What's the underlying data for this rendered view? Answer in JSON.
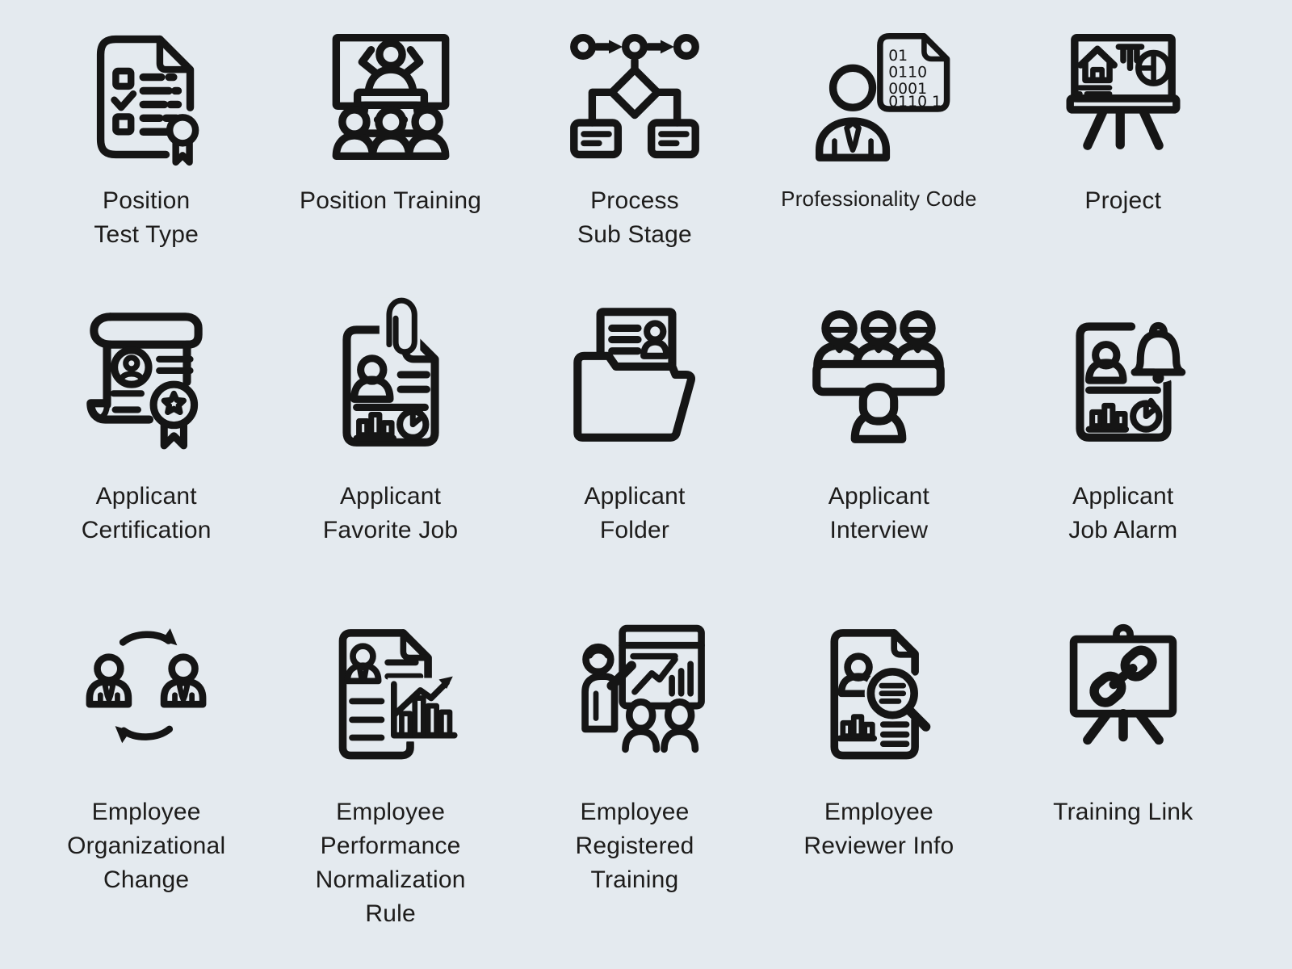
{
  "page": {
    "background_color": "#e4eaef",
    "icon_stroke_color": "#151515",
    "label_color": "#1d1c1b"
  },
  "grid": {
    "rows": 3,
    "columns": 5,
    "items": [
      {
        "icon": "position-test-type-icon",
        "label": "Position\nTest Type"
      },
      {
        "icon": "position-training-icon",
        "label": "Position Training"
      },
      {
        "icon": "process-sub-stage-icon",
        "label": "Process\nSub Stage"
      },
      {
        "icon": "professionality-code-icon",
        "label": "Professionality Code",
        "code_lines": [
          "01",
          "0110",
          "0001",
          "0110 1"
        ]
      },
      {
        "icon": "project-icon",
        "label": "Project"
      },
      {
        "icon": "applicant-certification-icon",
        "label": "Applicant\nCertification"
      },
      {
        "icon": "applicant-favorite-job-icon",
        "label": "Applicant\nFavorite Job"
      },
      {
        "icon": "applicant-folder-icon",
        "label": "Applicant\nFolder"
      },
      {
        "icon": "applicant-interview-icon",
        "label": "Applicant\nInterview"
      },
      {
        "icon": "applicant-job-alarm-icon",
        "label": "Applicant\nJob Alarm"
      },
      {
        "icon": "employee-organizational-change-icon",
        "label": "Employee\nOrganizational\nChange"
      },
      {
        "icon": "employee-performance-normalization-rule-icon",
        "label": "Employee\nPerformance\nNormalization\nRule"
      },
      {
        "icon": "employee-registered-training-icon",
        "label": "Employee\nRegistered\nTraining"
      },
      {
        "icon": "employee-reviewer-info-icon",
        "label": "Employee\nReviewer Info"
      },
      {
        "icon": "training-link-icon",
        "label": "Training Link"
      }
    ]
  }
}
